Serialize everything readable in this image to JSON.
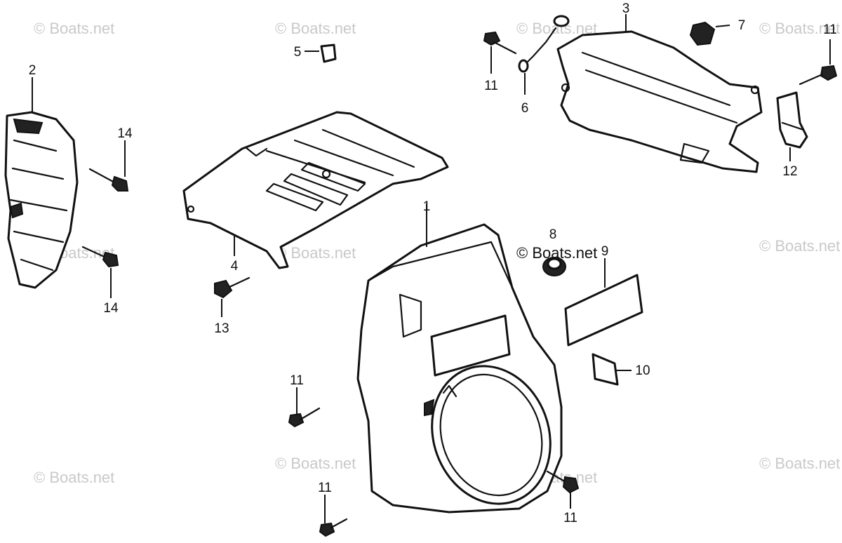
{
  "watermark": "© Boats.net",
  "callouts": {
    "c1": "1",
    "c2": "2",
    "c3": "3",
    "c4": "4",
    "c5": "5",
    "c6": "6",
    "c7": "7",
    "c8": "8",
    "c9": "9",
    "c10": "10",
    "c11a": "11",
    "c11b": "11",
    "c11c": "11",
    "c11d": "11",
    "c11e": "11",
    "c12": "12",
    "c13": "13",
    "c14a": "14",
    "c14b": "14"
  }
}
